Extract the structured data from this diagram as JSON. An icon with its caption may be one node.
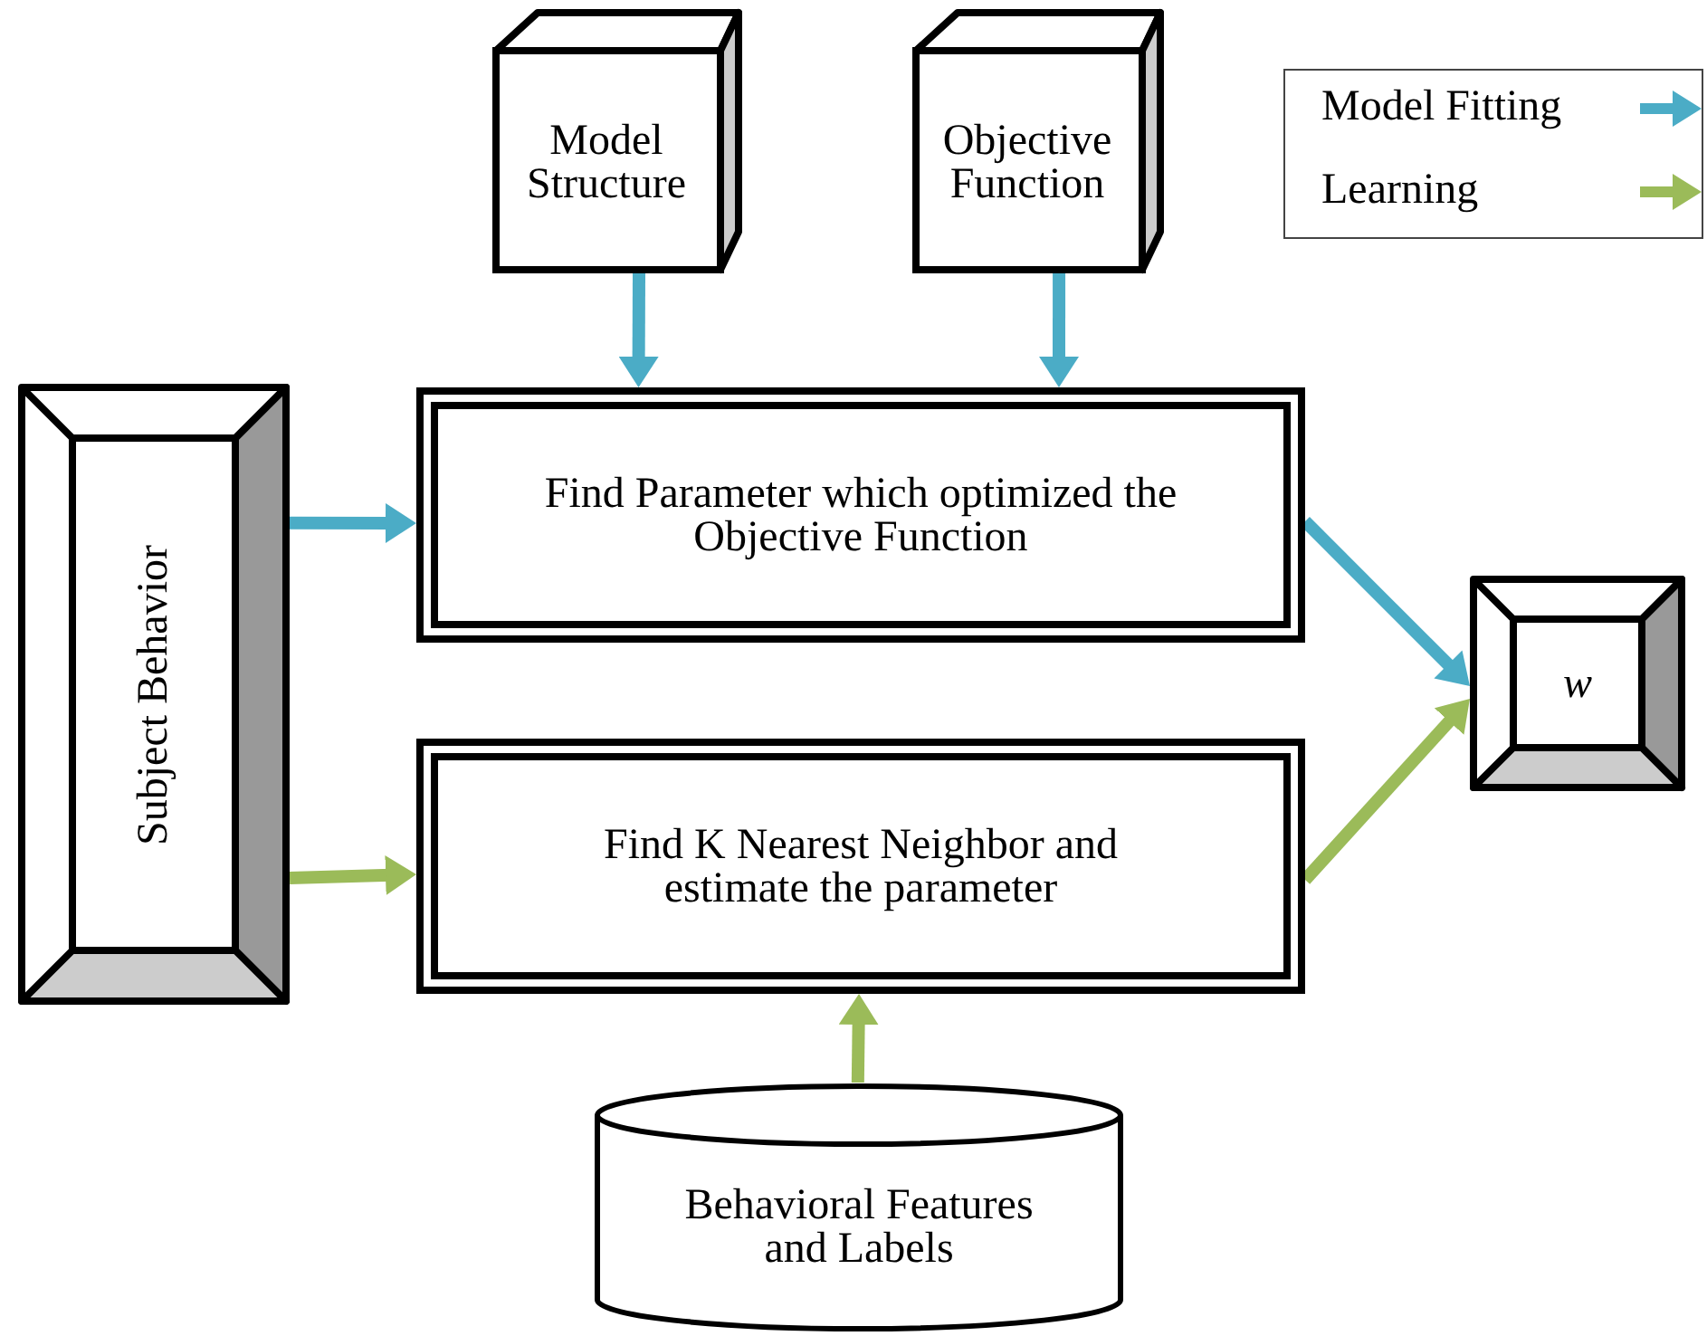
{
  "diagram": {
    "nodes": [
      {
        "text": [
          "Model Structure"
        ]
      },
      {
        "text": [
          "Objective Function"
        ]
      },
      {
        "text": [
          "Subject Behavior"
        ]
      },
      {
        "text": [
          "Find Parameter which optimized the Objective Function"
        ]
      },
      {
        "text": [
          "Find K Nearest Neighbor and estimate the parameter"
        ]
      },
      {
        "text": [
          "w"
        ]
      },
      {
        "text": [
          "Behavioral Features and Labels"
        ]
      }
    ],
    "edges": [
      {
        "from": 0,
        "to": 3,
        "arrow": "to"
      },
      {
        "from": 1,
        "to": 3,
        "arrow": "to"
      },
      {
        "from": 2,
        "to": 3,
        "arrow": "to"
      },
      {
        "from": 3,
        "to": 5,
        "arrow": "to"
      },
      {
        "from": 2,
        "to": 4,
        "arrow": "to",
        "color": "#9bbb59"
      },
      {
        "from": 4,
        "to": 5,
        "arrow": "to",
        "color": "#9bbb59"
      },
      {
        "from": 6,
        "to": 4,
        "arrow": "to",
        "color": "#9bbb59"
      }
    ],
    "legend": [
      {
        "text": "Model Fitting",
        "color": "#4bacc6"
      },
      {
        "text": "Learning",
        "color": "#9bbb59"
      }
    ]
  }
}
